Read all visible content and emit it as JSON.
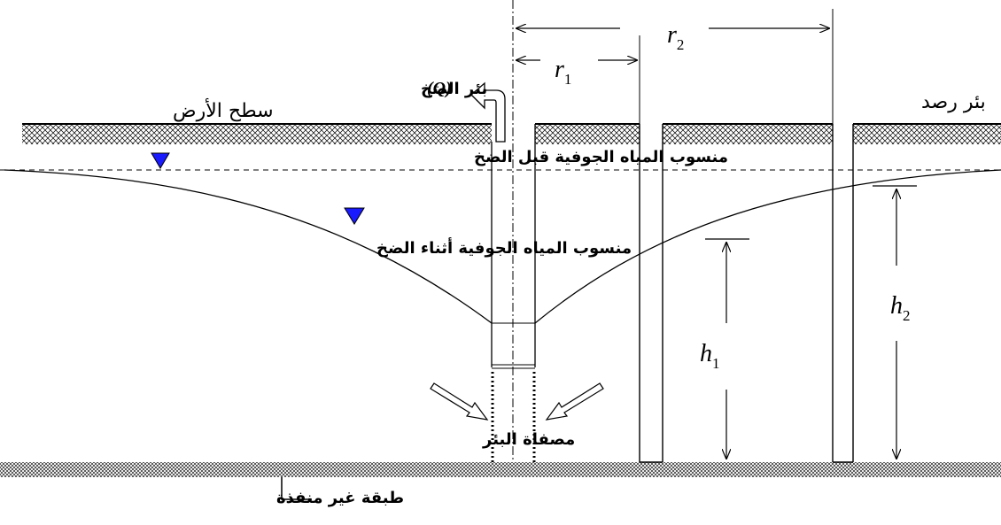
{
  "labels": {
    "ground_surface": "سطح الأرض",
    "pumping_well": "بئر الضخ",
    "discharge_symbol": "(Q)",
    "observation_well": "بئر رصد",
    "static_water_table": "منسوب المياه الجوفية قبل الضخ",
    "pumping_water_table": "منسوب المياه الجوفية أثناء الضخ",
    "well_screen": "مصفاة البئر",
    "impermeable_layer": "طبقة غير منفذة"
  },
  "dimensions": {
    "r1": {
      "symbol": "r",
      "subscript": "1"
    },
    "r2": {
      "symbol": "r",
      "subscript": "2"
    },
    "h1": {
      "symbol": "h",
      "subscript": "1"
    },
    "h2": {
      "symbol": "h",
      "subscript": "2"
    }
  },
  "colors": {
    "water_marker": "#1a1aff",
    "line": "#000000",
    "hatch": "#000000"
  },
  "icons": {
    "water_table_marker": "inverted-triangle",
    "flow_arrow": "hollow-arrow"
  }
}
